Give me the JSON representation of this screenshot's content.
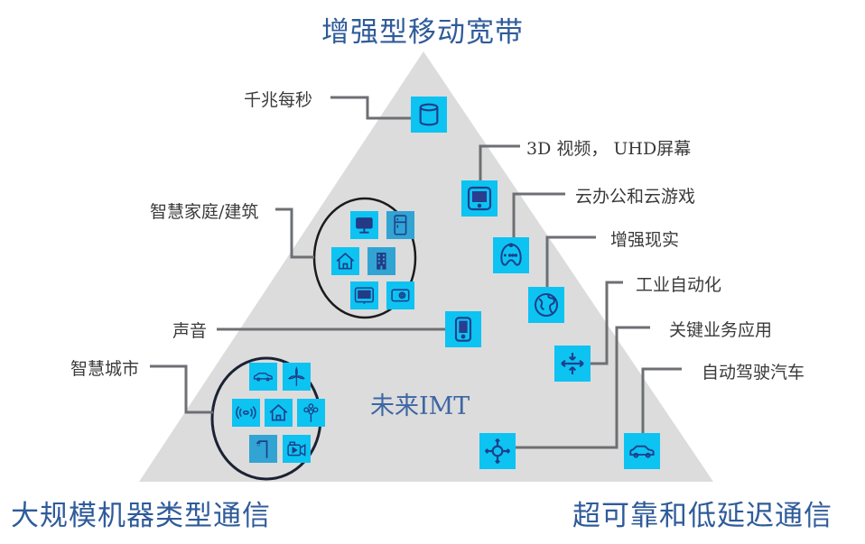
{
  "diagram": {
    "title_top": "增强型移动宽带",
    "title_bottom_left": "大规模机器类型通信",
    "title_bottom_right": "超可靠和低延迟通信",
    "center_label": "未来IMT",
    "colors": {
      "triangle_fill": "#dcdcdc",
      "icon_fill": "#0dc3f2",
      "icon_fill_dark": "#31a4d4",
      "icon_stroke": "#1d3f8a",
      "title_color": "#2f5b9a",
      "connector_color": "#6d6f73"
    },
    "labels": {
      "gbps": "千兆每秒",
      "video_3d_uhd": "3D 视频， UHD屏幕",
      "cloud_work_gaming": "云办公和云游戏",
      "augmented_reality": "增强现实",
      "smart_home_building": "智慧家庭/建筑",
      "voice": "声音",
      "industry_automation": "工业自动化",
      "mission_critical": "关键业务应用",
      "self_driving_car": "自动驾驶汽车",
      "smart_city": "智慧城市"
    },
    "icons": {
      "gbps": "database-cylinder-icon",
      "video_3d_uhd": "tablet-screen-icon",
      "cloud_work_gaming": "gamepad-icon",
      "augmented_reality": "globe-icon",
      "voice": "smartphone-icon",
      "industry_automation": "arrows-converge-icon",
      "mission_critical": "network-node-icon",
      "self_driving_car": "car-icon",
      "smart_home_group": [
        "desktop-monitor-icon",
        "fridge-icon",
        "house-icon",
        "building-icon",
        "tv-icon",
        "washing-machine-icon"
      ],
      "smart_city_group": [
        "car-icon",
        "wind-turbine-icon",
        "wireless-signal-icon",
        "house-icon",
        "tree-icon",
        "street-lamp-icon",
        "video-camera-icon"
      ]
    }
  }
}
